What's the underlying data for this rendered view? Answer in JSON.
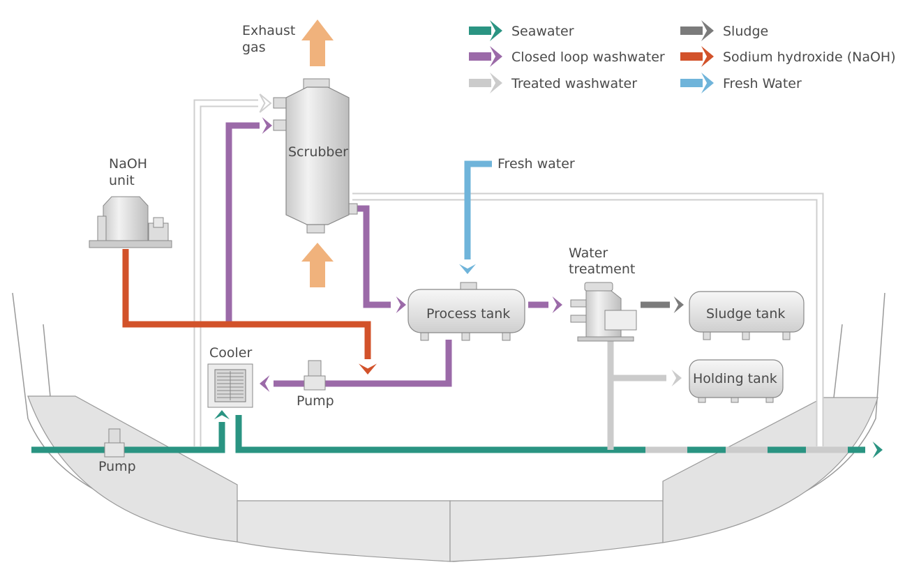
{
  "legend": {
    "items": [
      {
        "label": "Seawater",
        "color": "#2a9482"
      },
      {
        "label": "Closed loop washwater",
        "color": "#9b6aa8"
      },
      {
        "label": "Treated washwater",
        "color": "#cbcbcb"
      },
      {
        "label": "Sludge",
        "color": "#7b7b7b"
      },
      {
        "label": "Sodium hydroxide (NaOH)",
        "color": "#d2522a"
      },
      {
        "label": "Fresh Water",
        "color": "#6fb4da"
      }
    ]
  },
  "colors": {
    "exhaust": "#f0b27c",
    "hull": "#e6e6e6",
    "equipment": "#e2e2e2"
  },
  "labels": {
    "exhaust_line1": "Exhaust",
    "exhaust_line2": "gas",
    "scrubber": "Scrubber",
    "naoh_line1": "NaOH",
    "naoh_line2": "unit",
    "fresh_water": "Fresh water",
    "water_treatment_line1": "Water",
    "water_treatment_line2": "treatment",
    "process_tank": "Process tank",
    "sludge_tank": "Sludge tank",
    "holding_tank": "Holding tank",
    "cooler": "Cooler",
    "pump_washwater": "Pump",
    "pump_seawater": "Pump"
  }
}
